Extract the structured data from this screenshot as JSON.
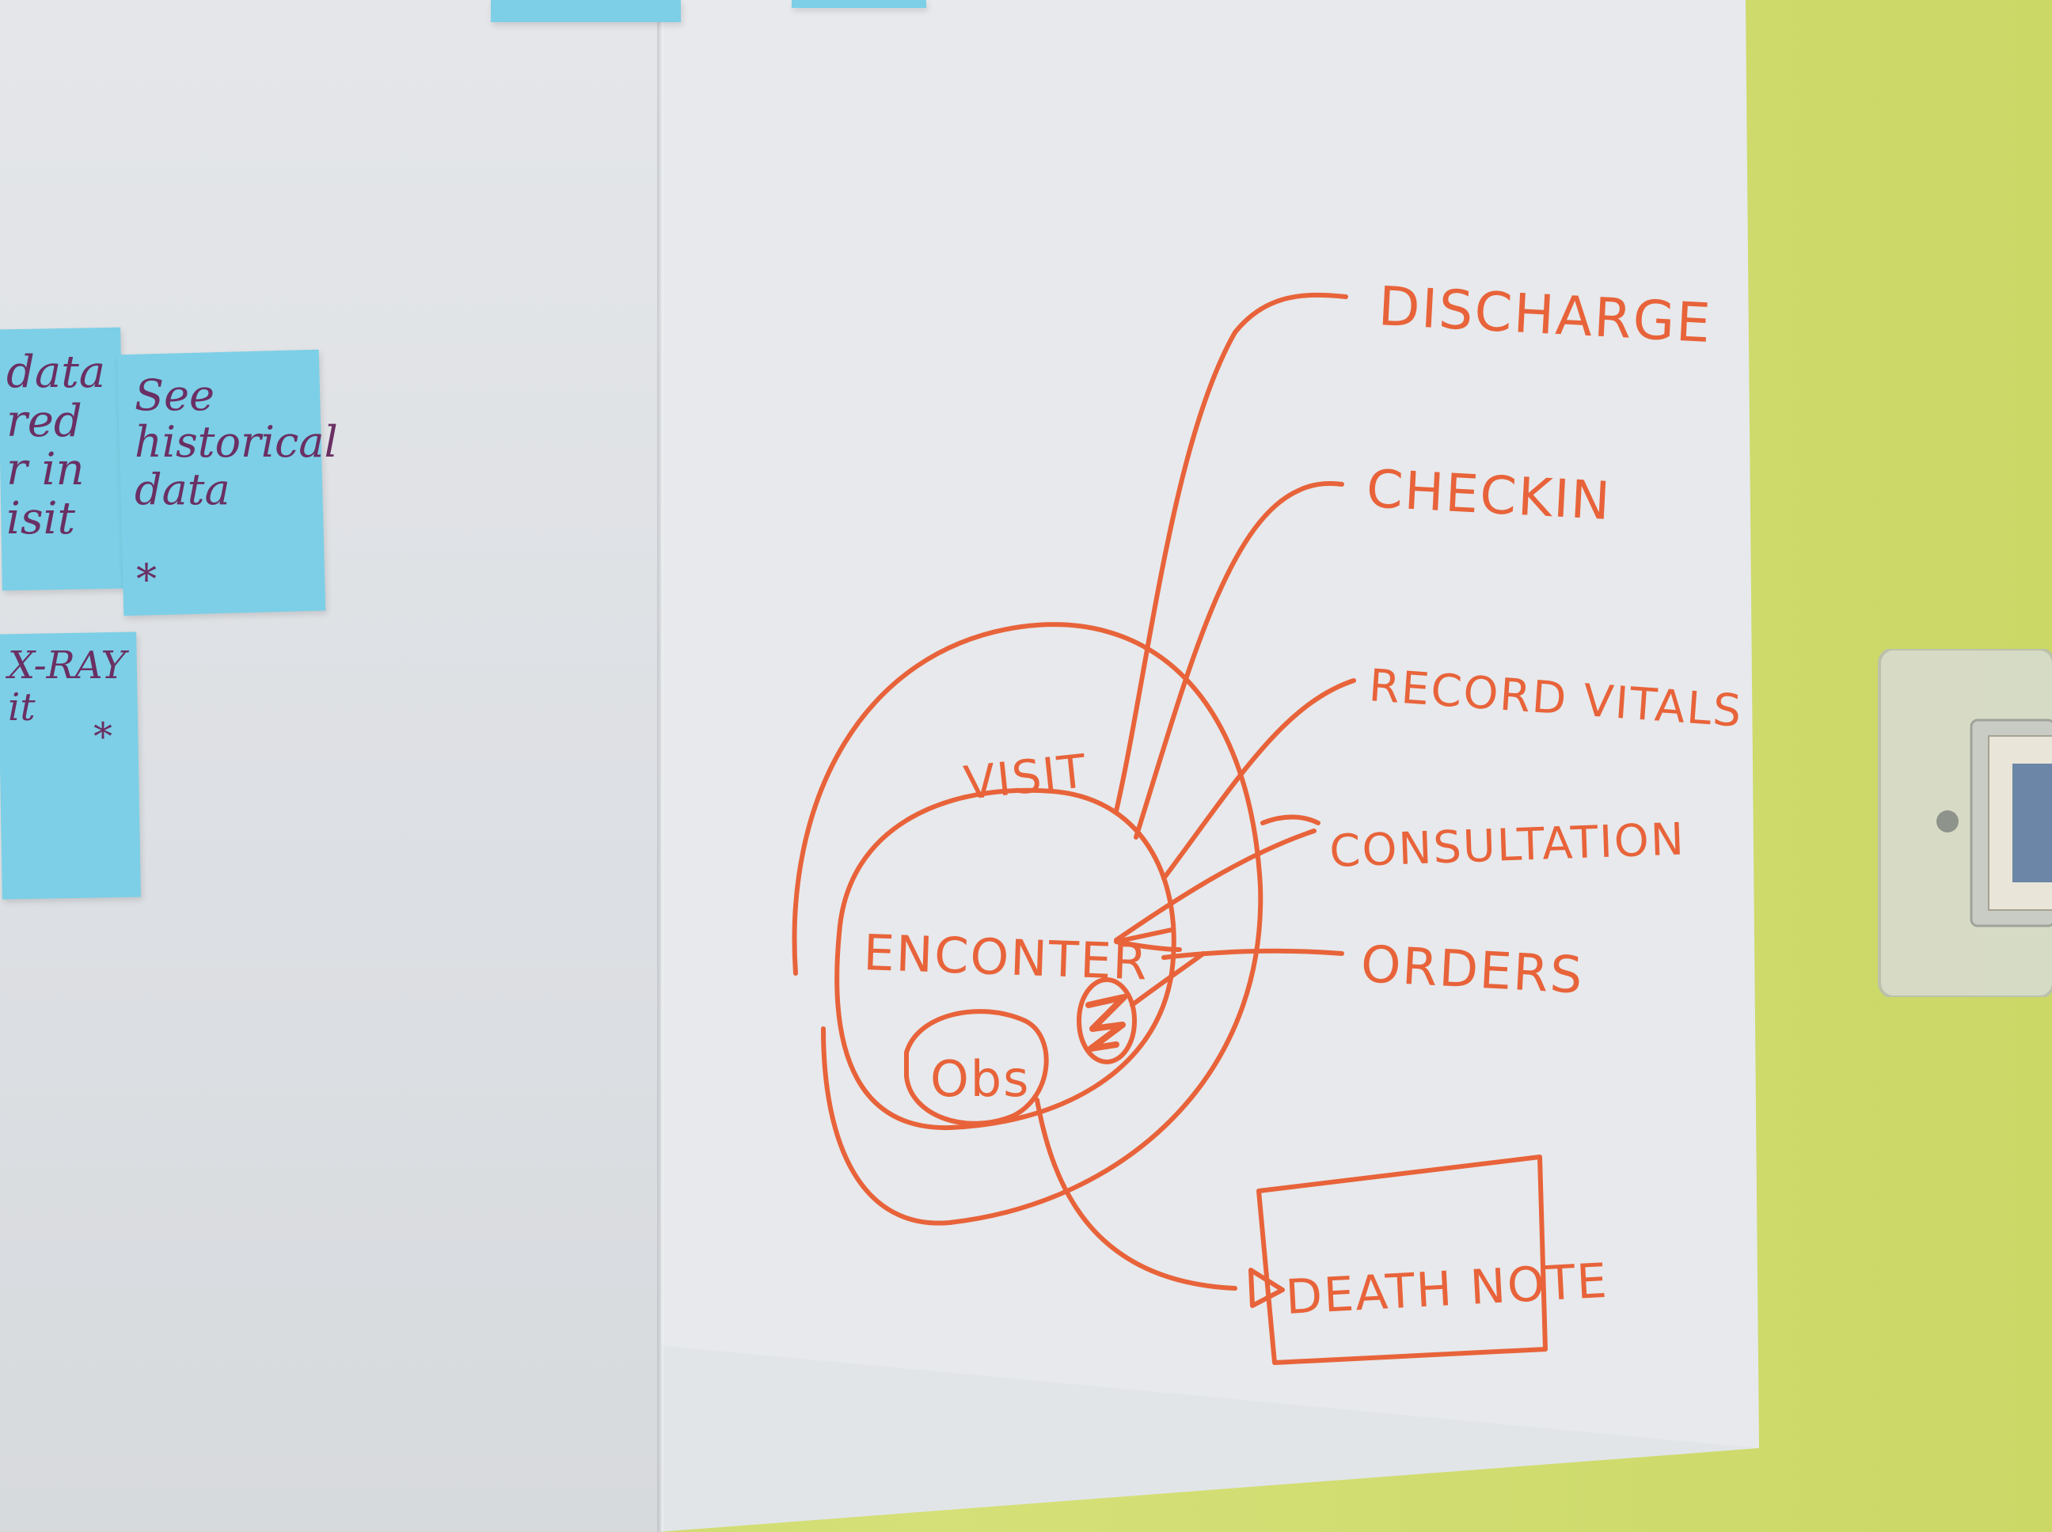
{
  "colors": {
    "marker": "#e8633a",
    "sticky_note": "#7ccfe6",
    "sticky_ink": "#6a2f63",
    "wall": "#cdd96a",
    "paper": "#e4e6e9"
  },
  "sticky_notes": {
    "note_1_text": "data\nred\nr in\nisit",
    "note_2_text": "See\nhistorical\ndata",
    "note_2_mark": "*",
    "note_3_text": "X-RAY\nit",
    "note_3_mark": "*"
  },
  "diagram": {
    "outer_label": "VISIT",
    "inner_label": "ENCONTER",
    "small_label": "Obs",
    "branches": [
      "DISCHARGE",
      "CHECKIN",
      "RECORD VITALS",
      "CONSULTATION",
      "ORDERS"
    ],
    "box_label": "DEATH NOTE"
  }
}
